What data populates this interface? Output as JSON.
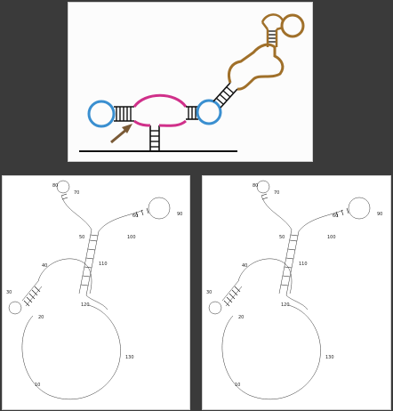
{
  "colors": {
    "background": "#3a3a3a",
    "panel": "#ffffff",
    "blue_loop": "#3a8fd0",
    "magenta_loop": "#d0308a",
    "brown_arm": "#a0702a",
    "arrow": "#7a5a36",
    "ink": "#111111"
  },
  "schematic": {
    "icons": [
      "blue-loop-left",
      "stem-left",
      "magenta-internal-loop",
      "stem-right",
      "blue-loop-right",
      "brown-helix-arm",
      "brown-hairpin-loop",
      "stem-down",
      "baseline",
      "arrow-icon"
    ]
  },
  "structures": [
    {
      "id": "left",
      "labels": [
        "70",
        "80",
        "90",
        "60",
        "100",
        "50",
        "110",
        "40",
        "120",
        "30",
        "20",
        "130",
        "10"
      ]
    },
    {
      "id": "right",
      "labels": [
        "70",
        "80",
        "90",
        "60",
        "100",
        "50",
        "110",
        "40",
        "120",
        "30",
        "20",
        "130",
        "10"
      ]
    }
  ]
}
